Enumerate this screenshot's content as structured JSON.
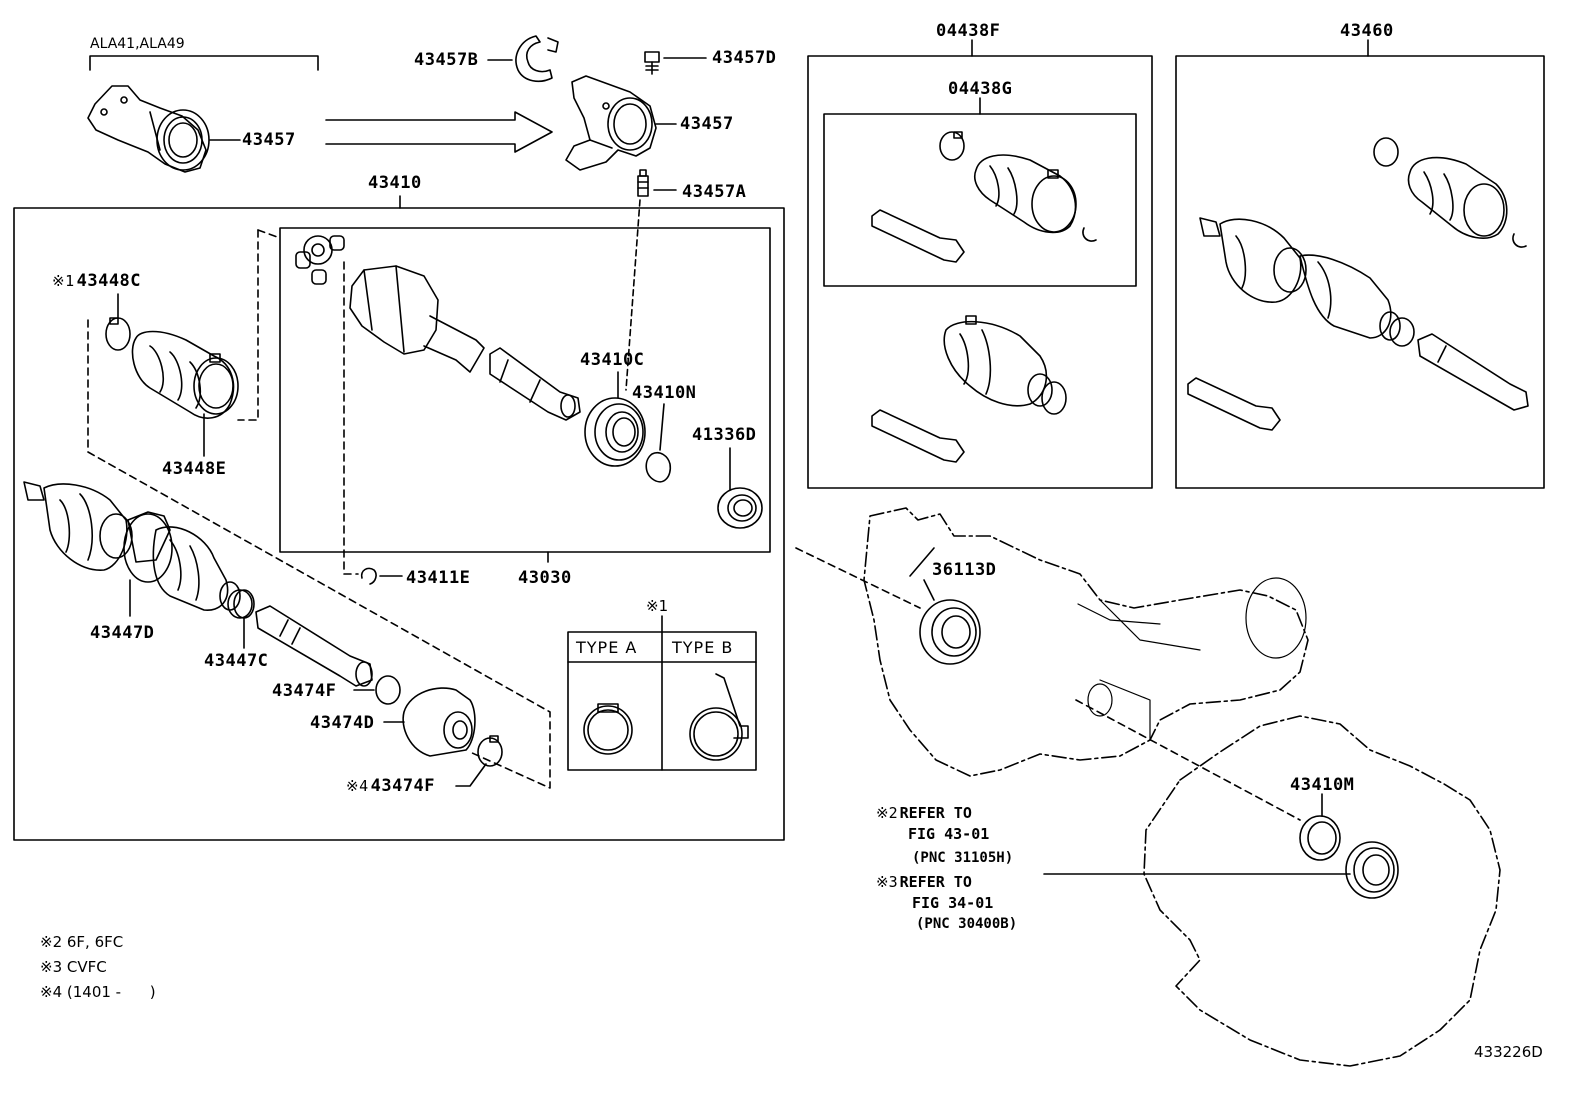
{
  "labels": {
    "l43457_top": "43457",
    "l43457b": "43457B",
    "l43457d": "43457D",
    "l43457_right": "43457",
    "l43457a": "43457A",
    "l43410": "43410",
    "l43448c": "43448C",
    "l43448e": "43448E",
    "l43410c": "43410C",
    "l43410n": "43410N",
    "l41336d": "41336D",
    "l43411e": "43411E",
    "l43030": "43030",
    "l43447d": "43447D",
    "l43447c": "43447C",
    "l43474f": "43474F",
    "l43474d": "43474D",
    "l43474f_b": "43474F",
    "l04438f": "04438F",
    "l04438g": "04438G",
    "l43460": "43460",
    "l36113d": "36113D",
    "l43410m": "43410M"
  },
  "applicability": "ALA41,ALA49",
  "marks": {
    "m1": "※1",
    "m1_type": "※1",
    "m2": "※2",
    "m3": "※3",
    "m4": "※4"
  },
  "type_table": {
    "type_a": "TYPE  A",
    "type_b": "TYPE  B"
  },
  "refer_notes": {
    "refer2_line1": "REFER TO",
    "refer2_line2": "FIG 43-01",
    "refer2_line3": "(PNC 31105H)",
    "refer3_line1": "REFER TO",
    "refer3_line2": "FIG 34-01",
    "refer3_line3": "(PNC 30400B)"
  },
  "footnotes": {
    "f2": "※2 6F, 6FC",
    "f3": "※3 CVFC",
    "f4": "※4 (1401 -      )"
  },
  "figure_id": "433226D"
}
